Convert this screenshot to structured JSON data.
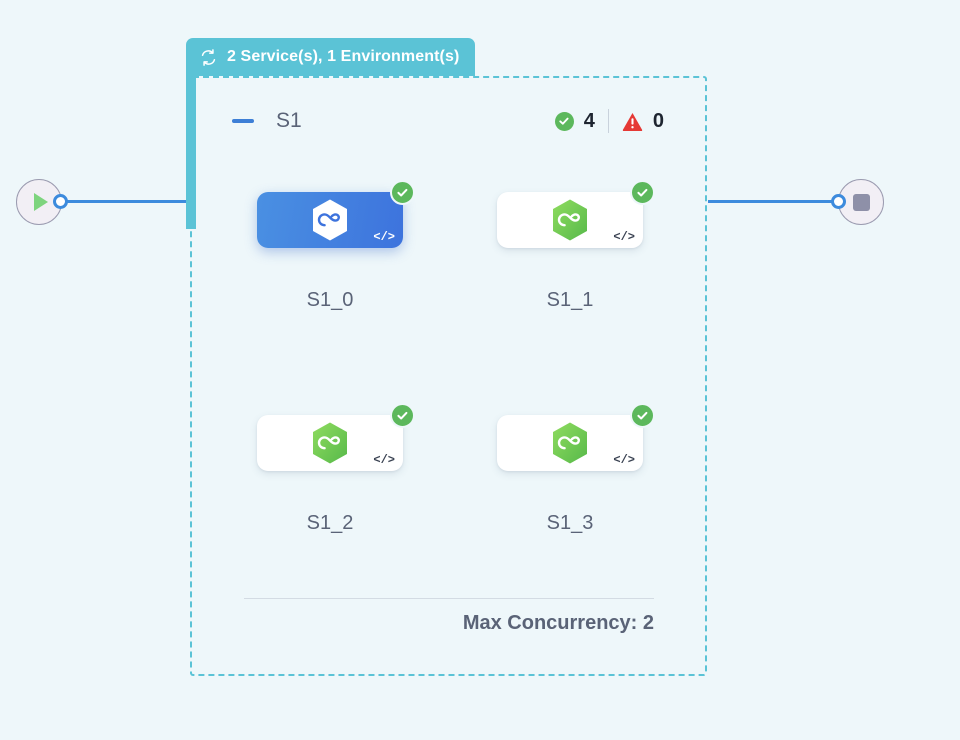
{
  "canvas": {
    "background_color": "#eef7fa",
    "accent_teal": "#5bc3d6",
    "accent_blue": "#3d8bdd",
    "status_green": "#5cb85c",
    "status_red": "#e53935"
  },
  "start_node": {
    "name": "start",
    "icon": "play-icon"
  },
  "end_node": {
    "name": "end",
    "icon": "stop-icon"
  },
  "group_header": {
    "icon": "loop-icon",
    "label": "2 Service(s), 1 Environment(s)"
  },
  "group": {
    "collapse_icon": "minus-icon",
    "name": "S1",
    "status": {
      "success_icon": "check-circle-icon",
      "success_count": "4",
      "warning_icon": "warning-triangle-icon",
      "warning_count": "0"
    },
    "footer": {
      "label": "Max Concurrency: 2"
    }
  },
  "nodes": [
    {
      "label": "S1_0",
      "selected": true,
      "logo_icon": "hexagon-loop-icon",
      "code_icon": "code-icon",
      "code_glyph": "</>",
      "status_icon": "check-circle-icon",
      "status": "ok"
    },
    {
      "label": "S1_1",
      "selected": false,
      "logo_icon": "hexagon-loop-icon",
      "code_icon": "code-icon",
      "code_glyph": "</>",
      "status_icon": "check-circle-icon",
      "status": "ok"
    },
    {
      "label": "S1_2",
      "selected": false,
      "logo_icon": "hexagon-loop-icon",
      "code_icon": "code-icon",
      "code_glyph": "</>",
      "status_icon": "check-circle-icon",
      "status": "ok"
    },
    {
      "label": "S1_3",
      "selected": false,
      "logo_icon": "hexagon-loop-icon",
      "code_icon": "code-icon",
      "code_glyph": "</>",
      "status_icon": "check-circle-icon",
      "status": "ok"
    }
  ]
}
